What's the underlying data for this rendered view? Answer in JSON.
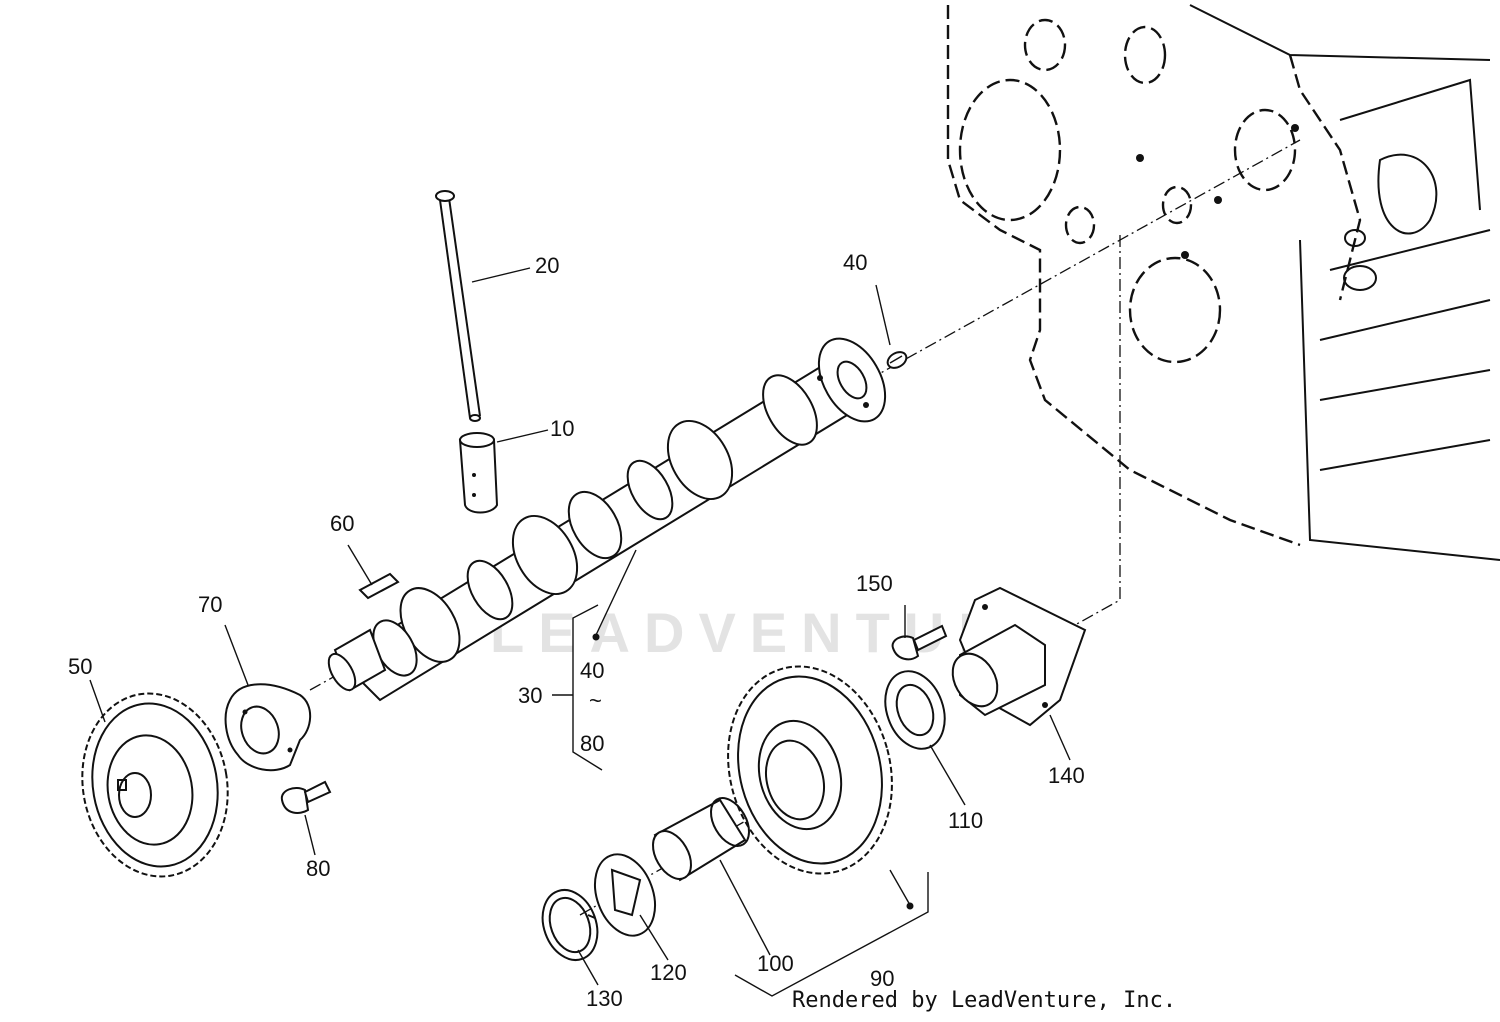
{
  "footer": "Rendered by LeadVenture, Inc.",
  "watermark": "LEADVENTURE",
  "parts": [
    {
      "id": "10",
      "label": "10"
    },
    {
      "id": "20",
      "label": "20"
    },
    {
      "id": "30",
      "label": "30"
    },
    {
      "id": "40",
      "label": "40"
    },
    {
      "id": "50",
      "label": "50"
    },
    {
      "id": "60",
      "label": "60"
    },
    {
      "id": "70",
      "label": "70"
    },
    {
      "id": "80",
      "label": "80"
    },
    {
      "id": "90",
      "label": "90"
    },
    {
      "id": "100",
      "label": "100"
    },
    {
      "id": "110",
      "label": "110"
    },
    {
      "id": "120",
      "label": "120"
    },
    {
      "id": "130",
      "label": "130"
    },
    {
      "id": "140",
      "label": "140"
    },
    {
      "id": "150",
      "label": "150"
    }
  ],
  "assembly_range": {
    "from": "40",
    "tilde": "~",
    "to": "80"
  }
}
